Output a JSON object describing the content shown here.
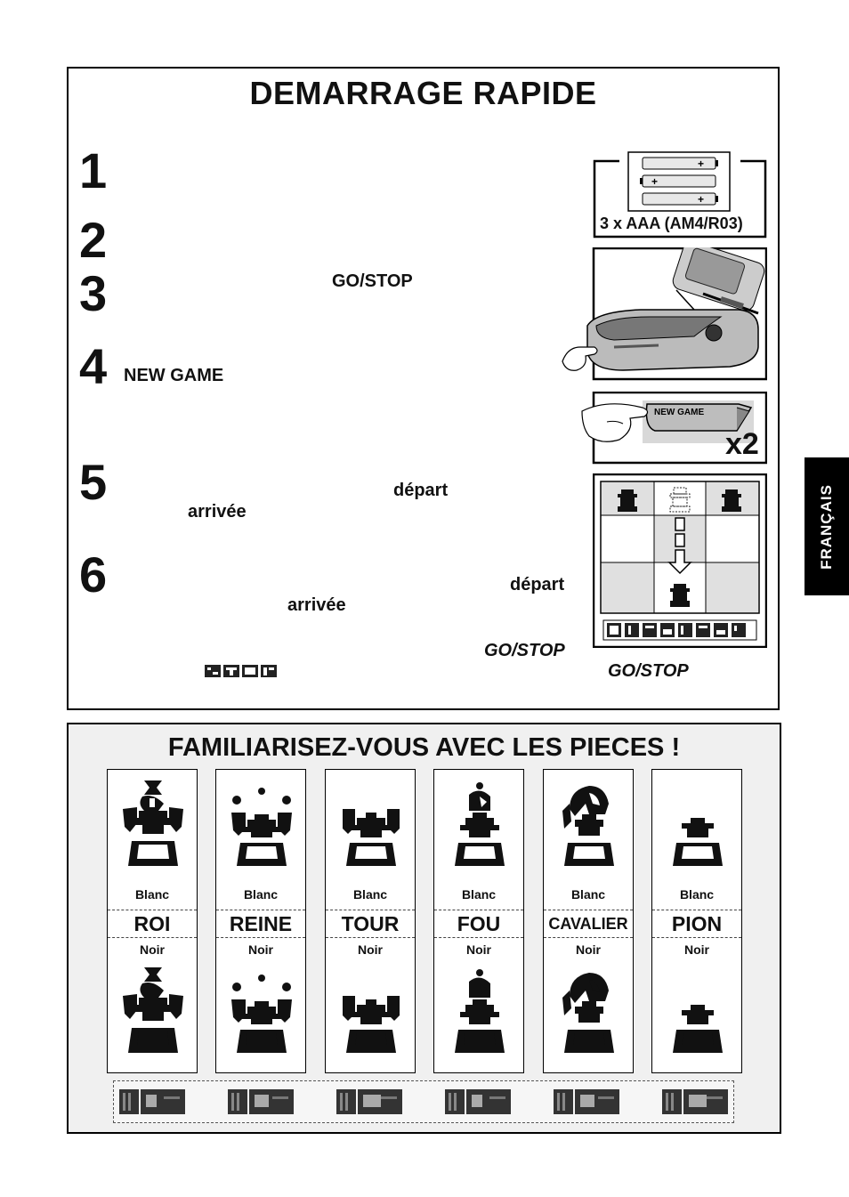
{
  "header": {
    "title": "DEMARRAGE RAPIDE"
  },
  "steps": [
    {
      "num": "1"
    },
    {
      "num": "2"
    },
    {
      "num": "3",
      "keyword": "GO/STOP"
    },
    {
      "num": "4",
      "keyword": "NEW GAME"
    },
    {
      "num": "5",
      "keyword_a": "départ",
      "keyword_b": "arrivée"
    },
    {
      "num": "6",
      "keyword_a": "départ",
      "keyword_b": "arrivée",
      "keyword_c": "GO/STOP"
    }
  ],
  "panels": {
    "battery": {
      "caption": "3 x AAA (AM4/R03)"
    },
    "new_game": {
      "button_label": "NEW GAME",
      "multiplier": "x2"
    },
    "go_stop_caption": "GO/STOP"
  },
  "language_tab": "FRANÇAIS",
  "pieces_section": {
    "title": "FAMILIARISEZ-VOUS AVEC LES PIECES !",
    "pieces": [
      {
        "name": "ROI",
        "white": "Blanc",
        "black": "Noir",
        "icon": "king-icon"
      },
      {
        "name": "REINE",
        "white": "Blanc",
        "black": "Noir",
        "icon": "queen-icon"
      },
      {
        "name": "TOUR",
        "white": "Blanc",
        "black": "Noir",
        "icon": "rook-icon"
      },
      {
        "name": "FOU",
        "white": "Blanc",
        "black": "Noir",
        "icon": "bishop-icon"
      },
      {
        "name": "CAVALIER",
        "white": "Blanc",
        "black": "Noir",
        "icon": "knight-icon"
      },
      {
        "name": "PION",
        "white": "Blanc",
        "black": "Noir",
        "icon": "pawn-icon"
      }
    ]
  }
}
